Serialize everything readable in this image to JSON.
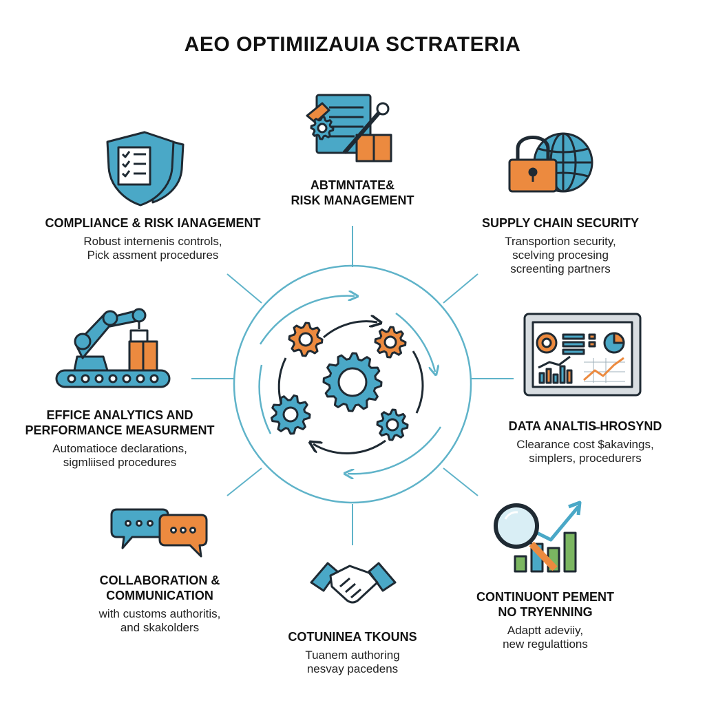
{
  "title": "AEO OPTIMIIZAUIA SCTRATERIA",
  "colors": {
    "teal": "#4aa8c7",
    "orange": "#ec8a3f",
    "outline": "#1f2a33",
    "hub_line": "#5fb3c9",
    "green": "#7bb661"
  },
  "center": {
    "icon": "gears-cycle-icon"
  },
  "sections": {
    "top": {
      "icon": "document-gears-package-icon",
      "heading_lines": [
        "ABTMNTATE&",
        "RISK MANAGEMENT"
      ]
    },
    "top_left": {
      "icon": "shield-checklist-icon",
      "heading_lines": [
        "COMPLIANCE & RISK IANAGEMENT"
      ],
      "desc_lines": [
        "Robust internenis controls,",
        "Pick assment procedures"
      ]
    },
    "top_right": {
      "icon": "lock-globe-icon",
      "heading_lines": [
        "SUPPLY CHAIN SECURITY"
      ],
      "desc_lines": [
        "Transportion security,",
        "scelving procesing",
        "screenting partners"
      ]
    },
    "mid_left": {
      "icon": "robot-arm-conveyor-icon",
      "heading_lines": [
        "EFFICE ANALYTICS AND",
        "PERFORMANCE MEASURMENT"
      ],
      "desc_lines": [
        "Automatioce declarations,",
        "sigmliised procedures"
      ]
    },
    "mid_right": {
      "icon": "analytics-dashboard-icon",
      "heading_lines": [
        "DATA ANALTIS̶ HROSYND"
      ],
      "desc_lines": [
        "Clearance cost $akavings,",
        "simplers, procedurers"
      ]
    },
    "bottom_left": {
      "icon": "chat-bubbles-icon",
      "heading_lines": [
        "COLLABORATION &",
        "COMMUNICATION"
      ],
      "desc_lines": [
        "with customs authoritis,",
        "and skakolders"
      ]
    },
    "bottom": {
      "icon": "handshake-icon",
      "heading_lines": [
        "COTUNINEA TKOUNS"
      ],
      "desc_lines": [
        "Tuanem authoring",
        "nesvay pacedens"
      ]
    },
    "bottom_right": {
      "icon": "magnifier-growth-chart-icon",
      "heading_lines": [
        "CONTINUONT PEMENT",
        "NO TRYENNING"
      ],
      "desc_lines": [
        "Adaptt adeviiy,",
        "new regulattions"
      ]
    }
  }
}
